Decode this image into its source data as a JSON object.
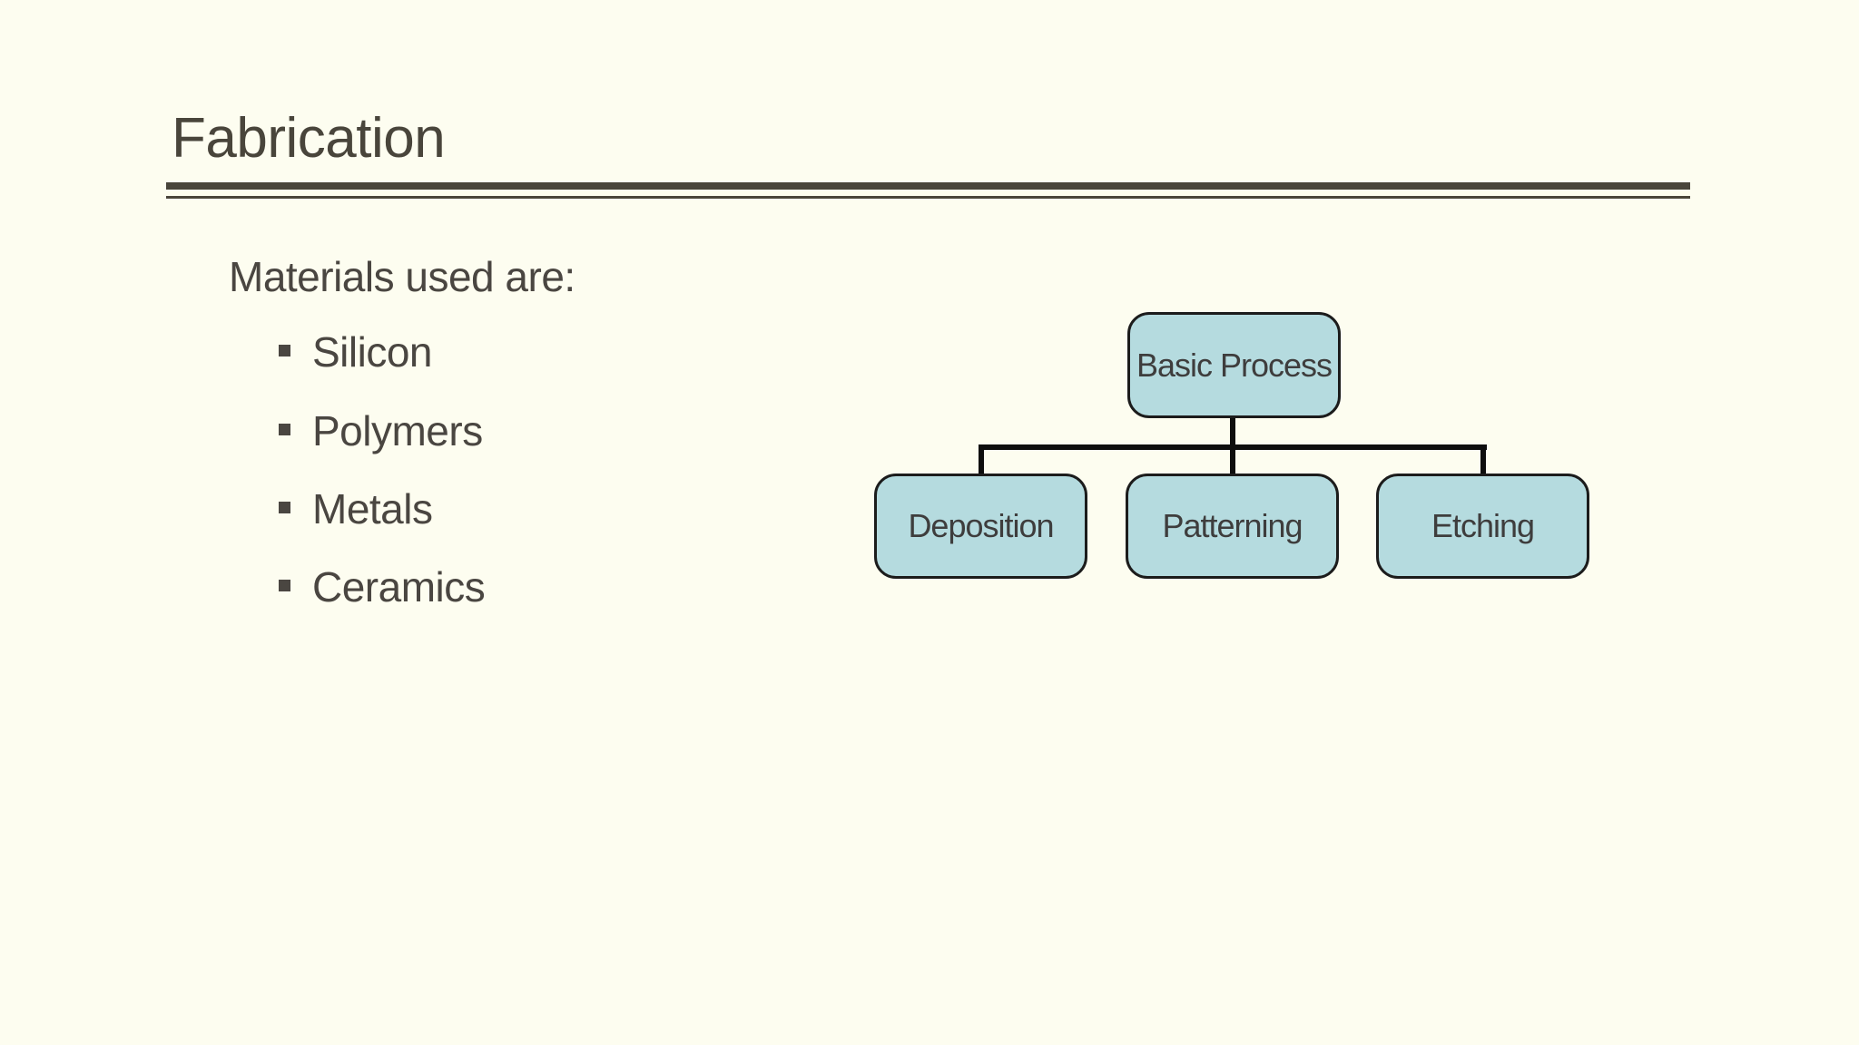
{
  "colors": {
    "background": "#FDFDF0",
    "title_text": "#49453B",
    "rule": "#49453B",
    "body_text": "#4A4641",
    "node_fill": "#B5DBDF",
    "node_border": "#1C1C1C",
    "node_text": "#3E3D3D",
    "connector": "#0E0E0E"
  },
  "slide": {
    "title": "Fabrication",
    "intro": "Materials used are:",
    "bullets": [
      "Silicon",
      "Polymers",
      "Metals",
      "Ceramics"
    ]
  },
  "diagram": {
    "root": {
      "label": "Basic Process"
    },
    "children": [
      {
        "label": "Deposition"
      },
      {
        "label": "Patterning"
      },
      {
        "label": "Etching"
      }
    ]
  }
}
